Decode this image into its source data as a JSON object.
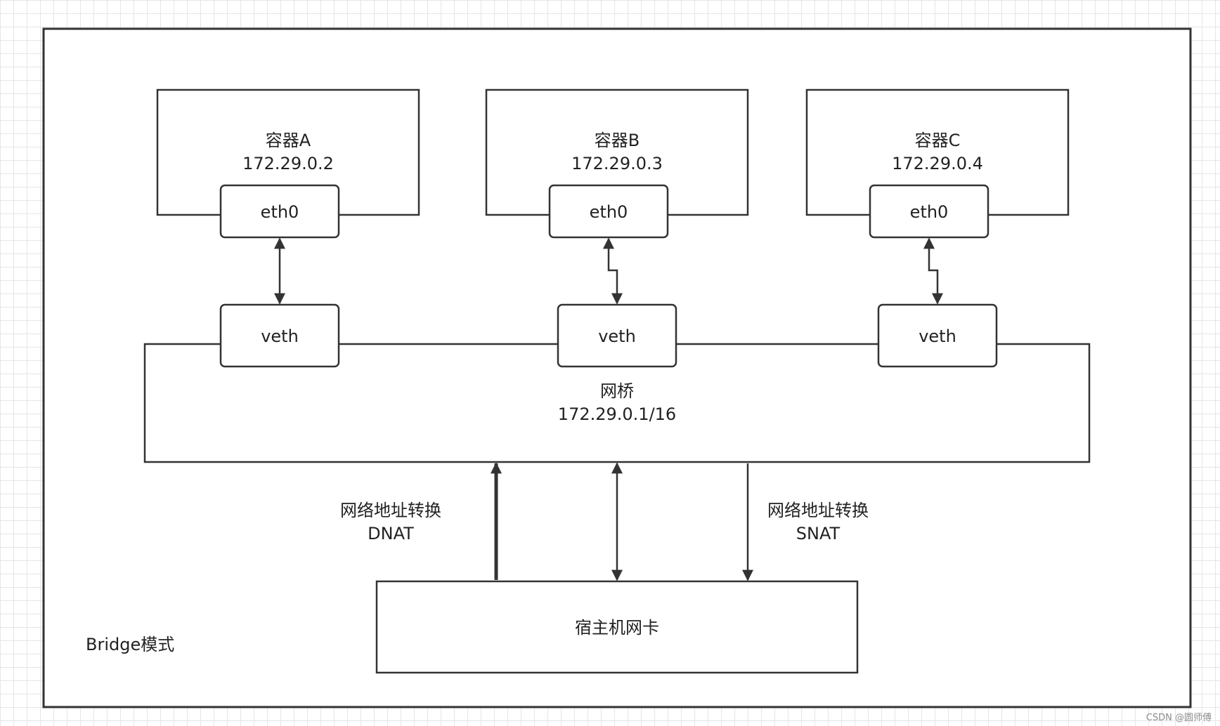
{
  "diagram": {
    "mode_label": "Bridge模式",
    "containers": [
      {
        "name": "容器A",
        "ip": "172.29.0.2",
        "iface": "eth0",
        "veth": "veth"
      },
      {
        "name": "容器B",
        "ip": "172.29.0.3",
        "iface": "eth0",
        "veth": "veth"
      },
      {
        "name": "容器C",
        "ip": "172.29.0.4",
        "iface": "eth0",
        "veth": "veth"
      }
    ],
    "bridge": {
      "name": "网桥",
      "subnet": "172.29.0.1/16"
    },
    "dnat": {
      "title": "网络地址转换",
      "sub": "DNAT"
    },
    "snat": {
      "title": "网络地址转换",
      "sub": "SNAT"
    },
    "host_nic": "宿主机网卡"
  },
  "watermark": "CSDN @圆师傅",
  "colors": {
    "stroke": "#333333",
    "text": "#222222",
    "grid": "#e6e6e6"
  }
}
